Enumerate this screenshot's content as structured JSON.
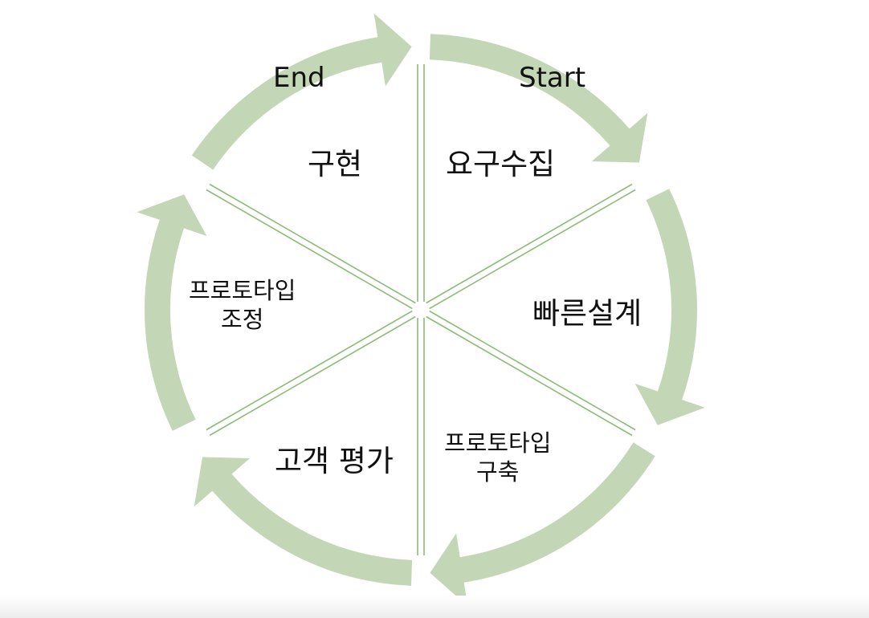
{
  "diagram": {
    "start_label": "Start",
    "end_label": "End",
    "colors": {
      "arrow": "#c3d6b6",
      "spoke": "#8dbb78"
    },
    "steps": [
      {
        "id": "requirements",
        "lines": [
          "요구수집"
        ]
      },
      {
        "id": "quick-design",
        "lines": [
          "빠른설계"
        ]
      },
      {
        "id": "build-prototype",
        "lines": [
          "프로토타입",
          "구축"
        ]
      },
      {
        "id": "customer-eval",
        "lines": [
          "고객 평가"
        ]
      },
      {
        "id": "adjust-prototype",
        "lines": [
          "프로토타입",
          "조정"
        ]
      },
      {
        "id": "implementation",
        "lines": [
          "구현"
        ]
      }
    ]
  }
}
